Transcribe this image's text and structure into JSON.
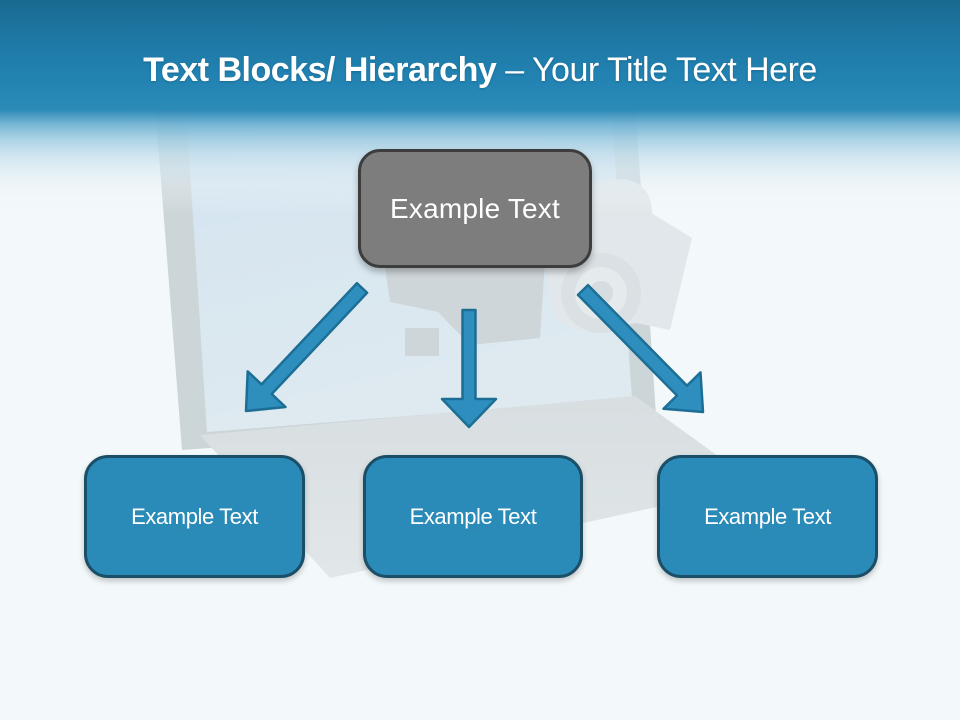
{
  "slide": {
    "title": {
      "bold": "Text Blocks/ Hierarchy",
      "regular": "– Your Title Text Here"
    },
    "root_block": {
      "label": "Example Text"
    },
    "child_blocks": [
      {
        "label": "Example Text"
      },
      {
        "label": "Example Text"
      },
      {
        "label": "Example Text"
      }
    ],
    "decor": {
      "background_image": "laptop-with-security-camera",
      "arrow_icons": [
        "down-left-arrow",
        "down-arrow",
        "down-right-arrow"
      ]
    },
    "colors": {
      "header_blue_top": "#1a6a90",
      "header_blue": "#2484b3",
      "root_block_fill": "#7d7d7d",
      "root_block_border": "#3d3d3d",
      "child_block_fill": "#2a8bb9",
      "child_block_border": "#1b4f68",
      "arrow_fill": "#2e8fbf",
      "arrow_border": "#1d6e94",
      "text": "#ffffff",
      "background": "#f3f8fa"
    }
  }
}
